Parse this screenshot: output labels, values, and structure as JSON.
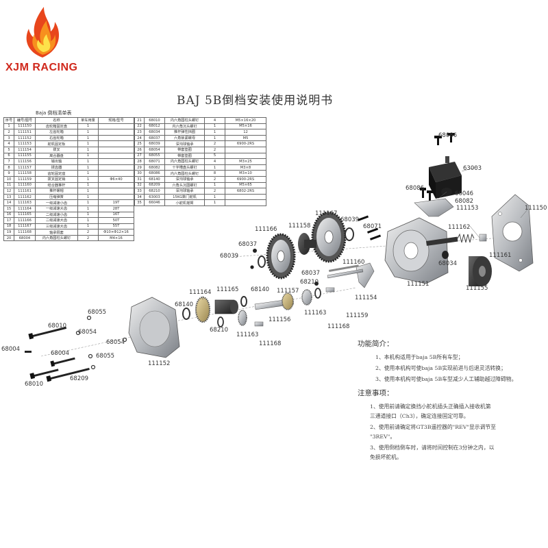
{
  "brand": {
    "name": "XJM RACING",
    "logo_icon": "flame-logo-icon",
    "color": "#d0281c"
  },
  "title": "BAJ  5B倒档安装使用说明书",
  "table": {
    "caption": "Baja 倒档清单表",
    "headers": [
      "序号",
      "编号/图号",
      "名称",
      "单车用量",
      "规格/型号"
    ],
    "left_rows": [
      [
        "1",
        "111150",
        "齿轮箱固定盘",
        "1",
        ""
      ],
      [
        "2",
        "111151",
        "左齿轮箱",
        "1",
        ""
      ],
      [
        "3",
        "111152",
        "右齿轮箱",
        "1",
        ""
      ],
      [
        "4",
        "111153",
        "舵机固定板",
        "1",
        ""
      ],
      [
        "5",
        "111154",
        "拨叉",
        "1",
        ""
      ],
      [
        "6",
        "111155",
        "离合器盘",
        "1",
        ""
      ],
      [
        "7",
        "111156",
        "输出轴",
        "1",
        ""
      ],
      [
        "8",
        "111157",
        "拨齿器",
        "1",
        ""
      ],
      [
        "9",
        "111158",
        "齿轮固定座",
        "1",
        ""
      ],
      [
        "10",
        "111159",
        "拨叉固定销",
        "1",
        "Φ6×40"
      ],
      [
        "11",
        "111160",
        "结合器推杆",
        "1",
        ""
      ],
      [
        "12",
        "111161",
        "推杆螺帽",
        "1",
        ""
      ],
      [
        "13",
        "111162",
        "压缩弹簧",
        "1",
        ""
      ],
      [
        "14",
        "111163",
        "一级减速小齿",
        "1",
        "19T"
      ],
      [
        "15",
        "111164",
        "一级减速大齿",
        "1",
        "28T"
      ],
      [
        "16",
        "111165",
        "二级减速小齿",
        "1",
        "16T"
      ],
      [
        "17",
        "111166",
        "二级减速大齿",
        "1",
        "50T"
      ],
      [
        "18",
        "111167",
        "三级减速大齿",
        "1",
        "55T"
      ],
      [
        "19",
        "111168",
        "轴承隔套",
        "2",
        "Φ10×Φ12×16"
      ],
      [
        "20",
        "68004",
        "内六角圆柱头螺钉",
        "2",
        "M4×16"
      ]
    ],
    "right_rows": [
      [
        "21",
        "68010",
        "内六角圆柱头螺钉",
        "4",
        "M5×16×20"
      ],
      [
        "22",
        "68012",
        "内六角沉头螺钉",
        "1",
        "M5×16"
      ],
      [
        "23",
        "68034",
        "推杆弹性挡圈",
        "1",
        "12"
      ],
      [
        "24",
        "68037",
        "六角锁紧螺母",
        "1",
        "M5"
      ],
      [
        "25",
        "68039",
        "深沟球轴承",
        "2",
        "6900-2RS"
      ],
      [
        "26",
        "68054",
        "带套垫圈",
        "2",
        ""
      ],
      [
        "27",
        "68055",
        "带套垫圈",
        "5",
        ""
      ],
      [
        "28",
        "68071",
        "内六角圆柱头螺钉",
        "4",
        "M3×25"
      ],
      [
        "29",
        "68082",
        "十字槽盘头螺钉",
        "1",
        "M3×8"
      ],
      [
        "30",
        "68086",
        "内六角圆柱头螺钉",
        "8",
        "M3×10"
      ],
      [
        "31",
        "68140",
        "深沟球轴承",
        "2",
        "6900-2RS"
      ],
      [
        "32",
        "68209",
        "六角头沉圆螺钉",
        "1",
        "M5×65"
      ],
      [
        "33",
        "68210",
        "深沟球轴承",
        "2",
        "6802-2RS"
      ],
      [
        "34",
        "63003",
        "15KG数门舵机",
        "1",
        ""
      ],
      [
        "35",
        "66046",
        "小舵机摇臂",
        "1",
        ""
      ]
    ]
  },
  "callouts": {
    "c68086a": "68086",
    "c63003": "63003",
    "c68086b": "68086",
    "c66046": "66046",
    "c68082": "68082",
    "c111153": "111153",
    "c111150": "111150",
    "c111167": "111167",
    "c68039a": "68039",
    "c68071": "68071",
    "c111166": "111166",
    "c111158": "111158",
    "c68037a": "68037",
    "c68039b": "68039",
    "c111162": "111162",
    "c111161": "111161",
    "c68034": "68034",
    "c111155": "111155",
    "c111151": "111151",
    "c111160": "111160",
    "c68037b": "68037",
    "c68210a": "68210",
    "c111154": "111154",
    "c111164": "111164",
    "c111165": "111165",
    "c68140a": "68140",
    "c111157": "111157",
    "c68140b": "68140",
    "c111156": "111156",
    "c111163a": "111163",
    "c111168a": "111168",
    "c111159": "111159",
    "c68210b": "68210",
    "c111163b": "111163",
    "c111168b": "111168",
    "c68055a": "68055",
    "c68054a": "68054",
    "c68010a": "68010",
    "c68054b": "68054",
    "c68004a": "68004",
    "c68004b": "68004",
    "c68055b": "68055",
    "c111152": "111152",
    "c68209": "68209",
    "c68010b": "68010"
  },
  "features": {
    "heading": "功能简介：",
    "items": [
      "1、本机构适用于baja 5B所有车型；",
      "2、使用本机构可使baja 5B实现前进与后退灵活转换；",
      "3、使用本机构可使baja 5B车型减少人工辅助越过障碍物。"
    ]
  },
  "notes": {
    "heading": "注意事项：",
    "items": [
      "1、使用前请确定换挡小舵机插头正确插入接收机第",
      "三通道接口（Ch3），确定连接固定可靠。",
      "2、使用前请确定将GT3B遥控器的\"REV\"显示调节至",
      "\"3REV\"。",
      "3、使用倒档倒车时，请将时间控制在3分钟之内，以",
      "免损坏舵机。"
    ]
  }
}
